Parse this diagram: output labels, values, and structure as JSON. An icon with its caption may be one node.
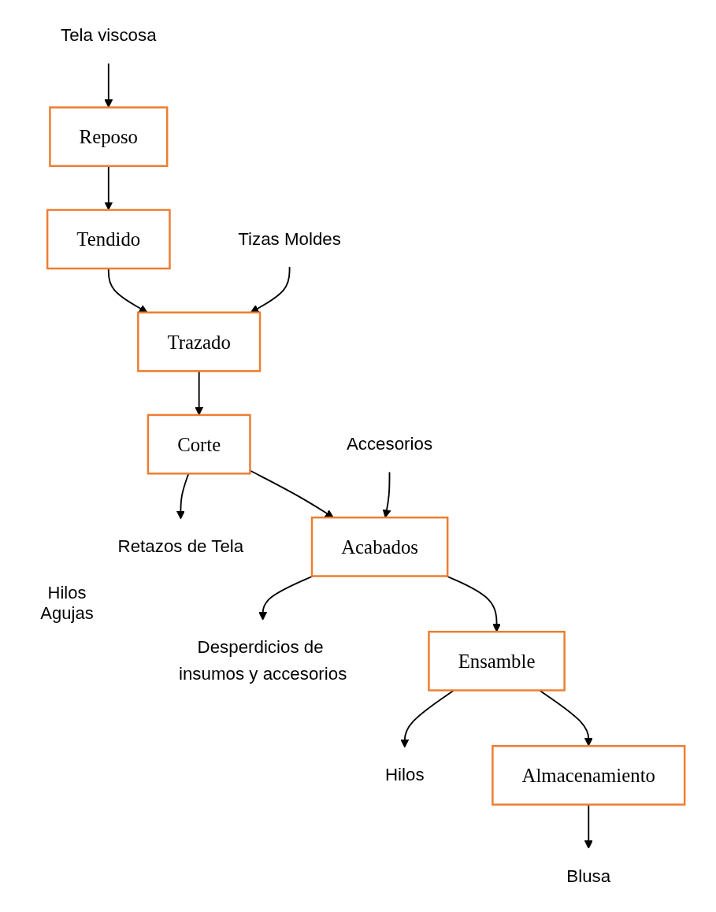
{
  "diagram": {
    "nodes": [
      {
        "text": [
          "Tela viscosa"
        ]
      },
      {
        "text": [
          "Reposo"
        ]
      },
      {
        "text": [
          "Tendido"
        ]
      },
      {
        "text": [
          "Tizas Moldes"
        ]
      },
      {
        "text": [
          "Trazado"
        ]
      },
      {
        "text": [
          "Corte"
        ]
      },
      {
        "text": [
          "Retazos de Tela"
        ]
      },
      {
        "text": [
          "Accesorios"
        ]
      },
      {
        "text": [
          "Acabados"
        ]
      },
      {
        "text": [
          "Desperdicios de insumos y accesorios"
        ]
      },
      {
        "text": [
          "Ensamble"
        ]
      },
      {
        "text": [
          "Hilos"
        ]
      },
      {
        "text": [
          "Almacenamiento"
        ]
      },
      {
        "text": [
          "Blusa"
        ]
      }
    ],
    "edges": [
      {
        "from": 0,
        "to": 1,
        "arrow": "to"
      },
      {
        "from": 1,
        "to": 2,
        "arrow": "to"
      },
      {
        "from": 2,
        "to": 4,
        "arrow": "to"
      },
      {
        "from": 3,
        "to": 4,
        "arrow": "to"
      },
      {
        "from": 4,
        "to": 5,
        "arrow": "to"
      },
      {
        "from": 5,
        "to": 6,
        "arrow": "to"
      },
      {
        "from": 5,
        "to": 8,
        "arrow": "to"
      },
      {
        "from": 7,
        "to": 8,
        "arrow": "to"
      },
      {
        "from": 8,
        "to": 9,
        "arrow": "to"
      },
      {
        "from": 8,
        "to": 10,
        "arrow": "to"
      },
      {
        "from": 10,
        "to": 11,
        "arrow": "to"
      },
      {
        "from": 10,
        "to": 12,
        "arrow": "to"
      },
      {
        "from": 12,
        "to": 13,
        "arrow": "to"
      }
    ],
    "labels": [
      "Hilos Agujas"
    ]
  }
}
